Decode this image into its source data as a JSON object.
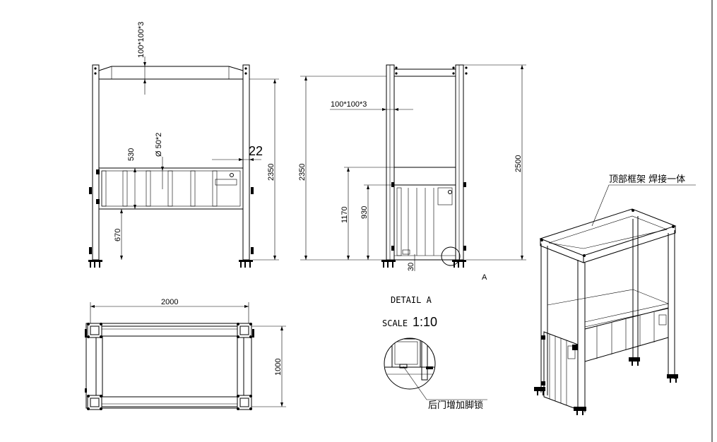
{
  "dimensions": {
    "front_top_tube": "100*100*3",
    "front_round_tube": "Ø 50*2",
    "front_gap": "22",
    "front_rail_height": "530",
    "front_total_height": "2350",
    "front_rail_bottom": "670",
    "side_total_height_left": "2350",
    "side_total_height_right": "2500",
    "side_top_tube": "100*100*3",
    "side_1170": "1170",
    "side_930": "930",
    "side_30": "30",
    "plan_length": "2000",
    "plan_width": "1000"
  },
  "labels": {
    "detail_marker": "A",
    "detail_title": "DETAIL A",
    "detail_scale_prefix": "SCALE",
    "detail_scale_value": "1:10",
    "detail_note": "后门增加脚锁",
    "iso_note": "顶部框架 焊接一体"
  }
}
